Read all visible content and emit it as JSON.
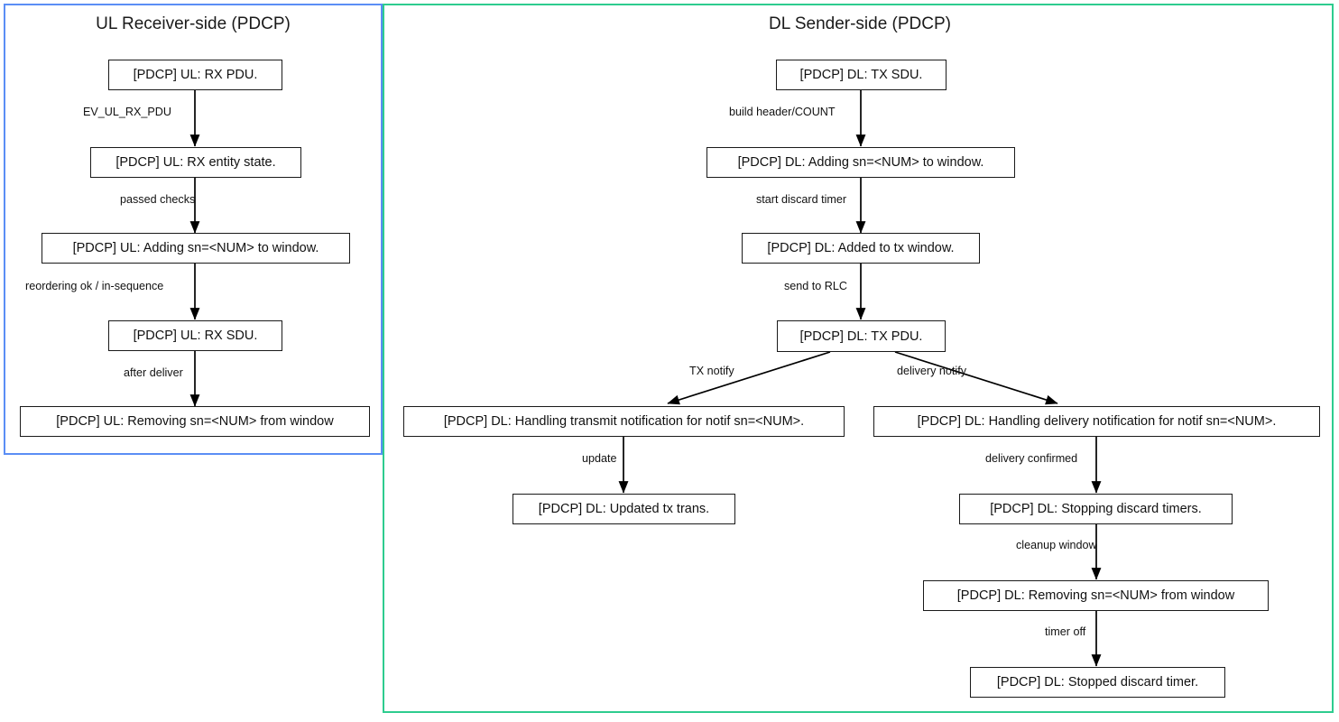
{
  "diagram": {
    "title_left": "UL Receiver-side (PDCP)",
    "title_right": "DL Sender-side (PDCP)",
    "panel_left_color": "#5b8ef5",
    "panel_right_color": "#2ecc8f",
    "node_border_color": "#1a1a1a",
    "edge_color": "#000000",
    "background": "#ffffff"
  },
  "panels": [
    {
      "name": "ul-receiver-panel",
      "title": "UL Receiver-side (PDCP)",
      "border_color": "#5b8ef5"
    },
    {
      "name": "dl-sender-panel",
      "title": "DL Sender-side (PDCP)",
      "border_color": "#2ecc8f"
    }
  ],
  "nodes": [
    {
      "id": "ul1",
      "label": "[PDCP] UL: RX PDU.",
      "panel": "ul-receiver-panel"
    },
    {
      "id": "ul2",
      "label": "[PDCP] UL: RX entity state.",
      "panel": "ul-receiver-panel"
    },
    {
      "id": "ul3",
      "label": "[PDCP] UL: Adding sn=<NUM> to window.",
      "panel": "ul-receiver-panel"
    },
    {
      "id": "ul4",
      "label": "[PDCP] UL: RX SDU.",
      "panel": "ul-receiver-panel"
    },
    {
      "id": "ul5",
      "label": "[PDCP] UL: Removing sn=<NUM> from window",
      "panel": "ul-receiver-panel"
    },
    {
      "id": "dl1",
      "label": "[PDCP] DL: TX SDU.",
      "panel": "dl-sender-panel"
    },
    {
      "id": "dl2",
      "label": "[PDCP] DL: Adding sn=<NUM> to window.",
      "panel": "dl-sender-panel"
    },
    {
      "id": "dl3",
      "label": "[PDCP] DL: Added to tx window.",
      "panel": "dl-sender-panel"
    },
    {
      "id": "dl4",
      "label": "[PDCP] DL: TX PDU.",
      "panel": "dl-sender-panel"
    },
    {
      "id": "dl5a",
      "label": "[PDCP] DL: Handling transmit notification for notif sn=<NUM>.",
      "panel": "dl-sender-panel"
    },
    {
      "id": "dl6a",
      "label": "[PDCP] DL: Updated tx trans.",
      "panel": "dl-sender-panel"
    },
    {
      "id": "dl5b",
      "label": "[PDCP] DL: Handling delivery notification for notif sn=<NUM>.",
      "panel": "dl-sender-panel"
    },
    {
      "id": "dl6b",
      "label": "[PDCP] DL: Stopping discard timers.",
      "panel": "dl-sender-panel"
    },
    {
      "id": "dl7b",
      "label": "[PDCP] DL: Removing sn=<NUM> from window",
      "panel": "dl-sender-panel"
    },
    {
      "id": "dl8b",
      "label": "[PDCP] DL: Stopped discard timer.",
      "panel": "dl-sender-panel"
    }
  ],
  "edges": [
    {
      "from": "ul1",
      "to": "ul2",
      "label": "EV_UL_RX_PDU"
    },
    {
      "from": "ul2",
      "to": "ul3",
      "label": "passed checks"
    },
    {
      "from": "ul3",
      "to": "ul4",
      "label": "reordering ok / in-sequence"
    },
    {
      "from": "ul4",
      "to": "ul5",
      "label": "after deliver"
    },
    {
      "from": "dl1",
      "to": "dl2",
      "label": "build header/COUNT"
    },
    {
      "from": "dl2",
      "to": "dl3",
      "label": "start discard timer"
    },
    {
      "from": "dl3",
      "to": "dl4",
      "label": "send to RLC"
    },
    {
      "from": "dl4",
      "to": "dl5a",
      "label": "TX notify"
    },
    {
      "from": "dl4",
      "to": "dl5b",
      "label": "delivery notify"
    },
    {
      "from": "dl5a",
      "to": "dl6a",
      "label": "update"
    },
    {
      "from": "dl5b",
      "to": "dl6b",
      "label": "delivery confirmed"
    },
    {
      "from": "dl6b",
      "to": "dl7b",
      "label": "cleanup window"
    },
    {
      "from": "dl7b",
      "to": "dl8b",
      "label": "timer off"
    }
  ]
}
